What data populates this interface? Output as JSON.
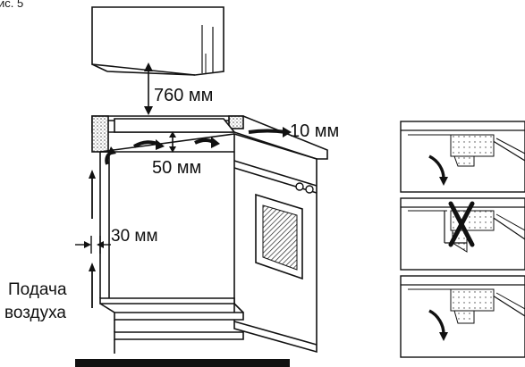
{
  "figure": {
    "caption_fragment": "ис. 5"
  },
  "dimensions": {
    "cabinet_clearance": "760 мм",
    "side_gap": "10 мм",
    "air_gap_under_top": "50 мм",
    "rear_gap": "30 мм"
  },
  "airflow": {
    "line1": "Подача",
    "line2": "воздуха"
  },
  "colors": {
    "ink": "#111111",
    "speckle": "#666666",
    "bg": "#ffffff"
  }
}
